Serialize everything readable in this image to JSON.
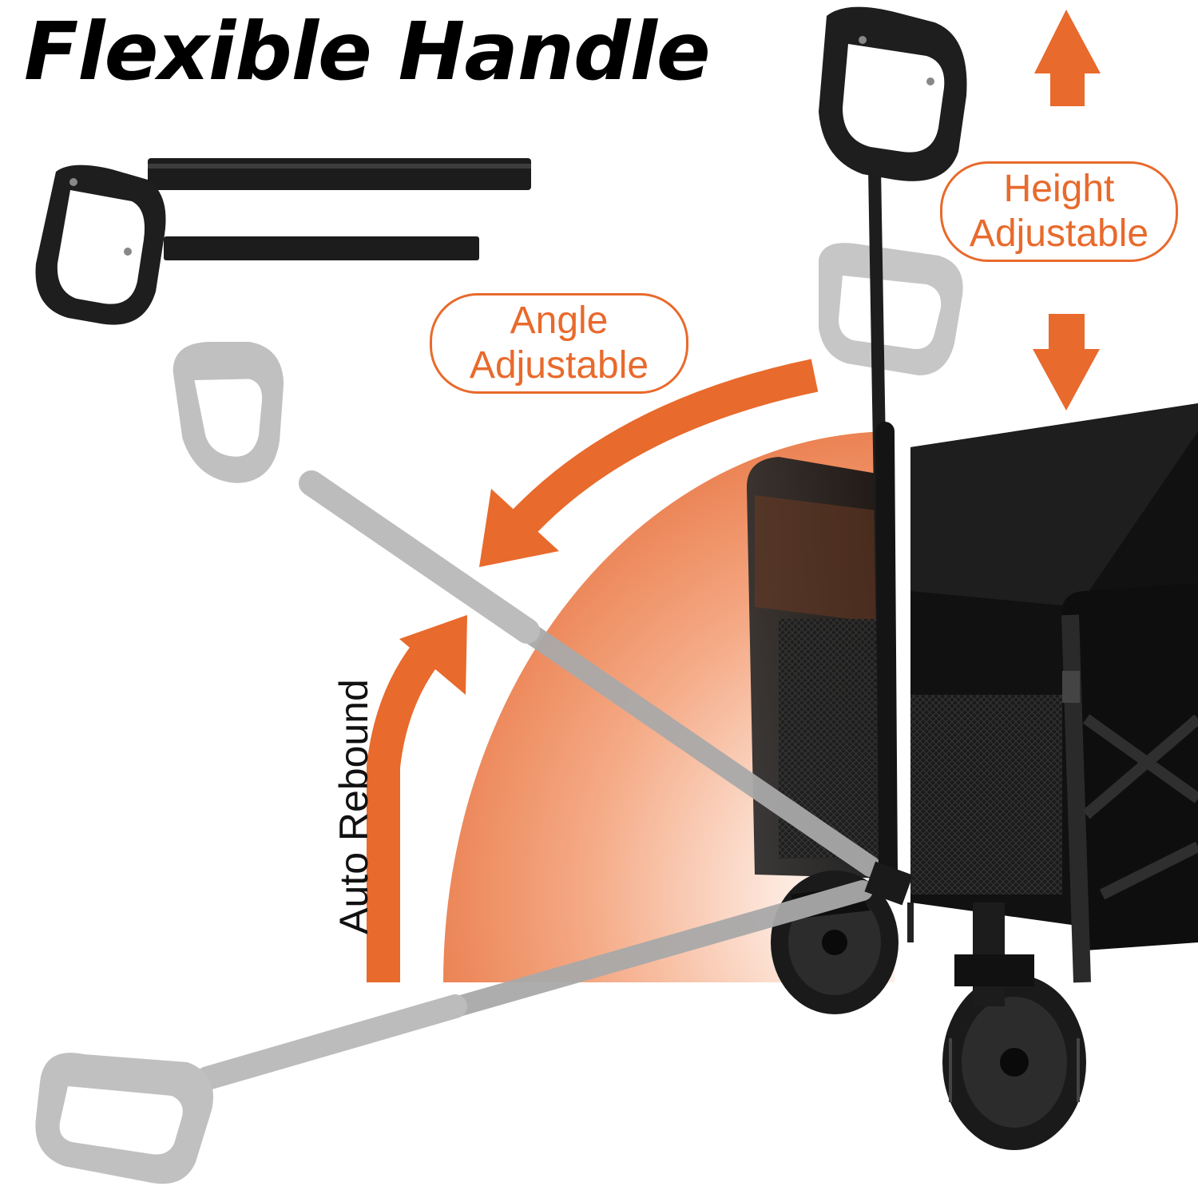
{
  "title": "Flexible Handle",
  "labels": {
    "height_line1": "Height",
    "height_line2": "Adjustable",
    "angle_line1": "Angle",
    "angle_line2": "Adjustable",
    "rebound": "Auto Rebound"
  },
  "colors": {
    "accent": "#e86a2c",
    "text": "#000000",
    "handle": "#1d1d1d",
    "ghost_handle": "#b5b5b5",
    "cart": "#161616"
  },
  "icons": [
    "arrow-up-icon",
    "arrow-down-icon",
    "curved-arrow-icon"
  ]
}
